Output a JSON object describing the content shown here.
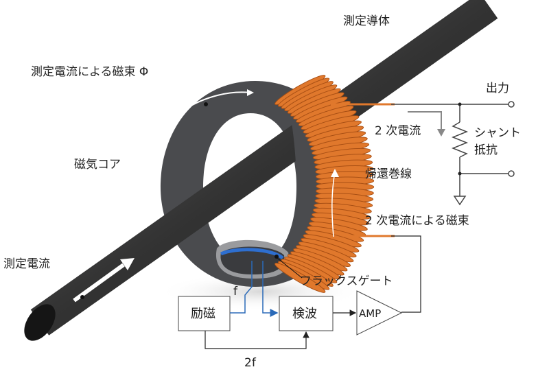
{
  "labels": {
    "conductor": "測定導体",
    "flux_measured": "測定電流による磁束 Φ",
    "core": "磁気コア",
    "measured_current": "測定電流",
    "output": "出力",
    "secondary_current": "2 次電流",
    "shunt_line1": "シャント",
    "shunt_line2": "抵抗",
    "feedback_winding": "帰還巻線",
    "secondary_flux": "2 次電流による磁束",
    "fluxgate": "フラックスゲート",
    "f": "f",
    "two_f": "2f"
  },
  "blocks": {
    "excitation": "励磁",
    "detection": "検波",
    "amp": "AMP"
  },
  "colors": {
    "rod": "#3a3a3c",
    "core": "#4a4b4e",
    "coil": "#e0782c",
    "fluxgate": "#2e6fd0",
    "signal": "#2a6ab8",
    "line": "#333333"
  }
}
